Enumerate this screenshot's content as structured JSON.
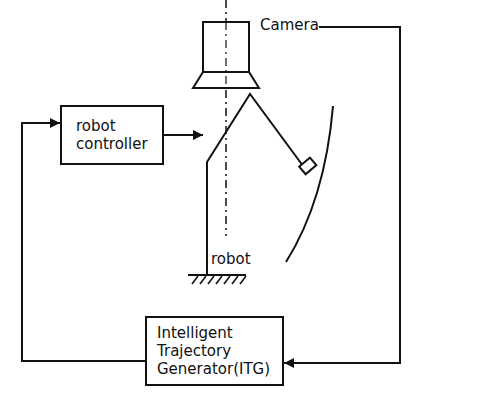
{
  "diagram": {
    "nodes": [
      {
        "text": [
          "Camera"
        ]
      },
      {
        "text": [
          "robot controller"
        ]
      },
      {
        "text": [
          "robot"
        ]
      },
      {
        "text": [
          "Intelligent Trajectory Generator(ITG)"
        ]
      }
    ],
    "edges": [
      {
        "from": 0,
        "to": 3,
        "arrow": "to"
      },
      {
        "from": 3,
        "to": 1,
        "arrow": "to"
      },
      {
        "from": 1,
        "to": 2,
        "arrow": "to"
      }
    ]
  }
}
